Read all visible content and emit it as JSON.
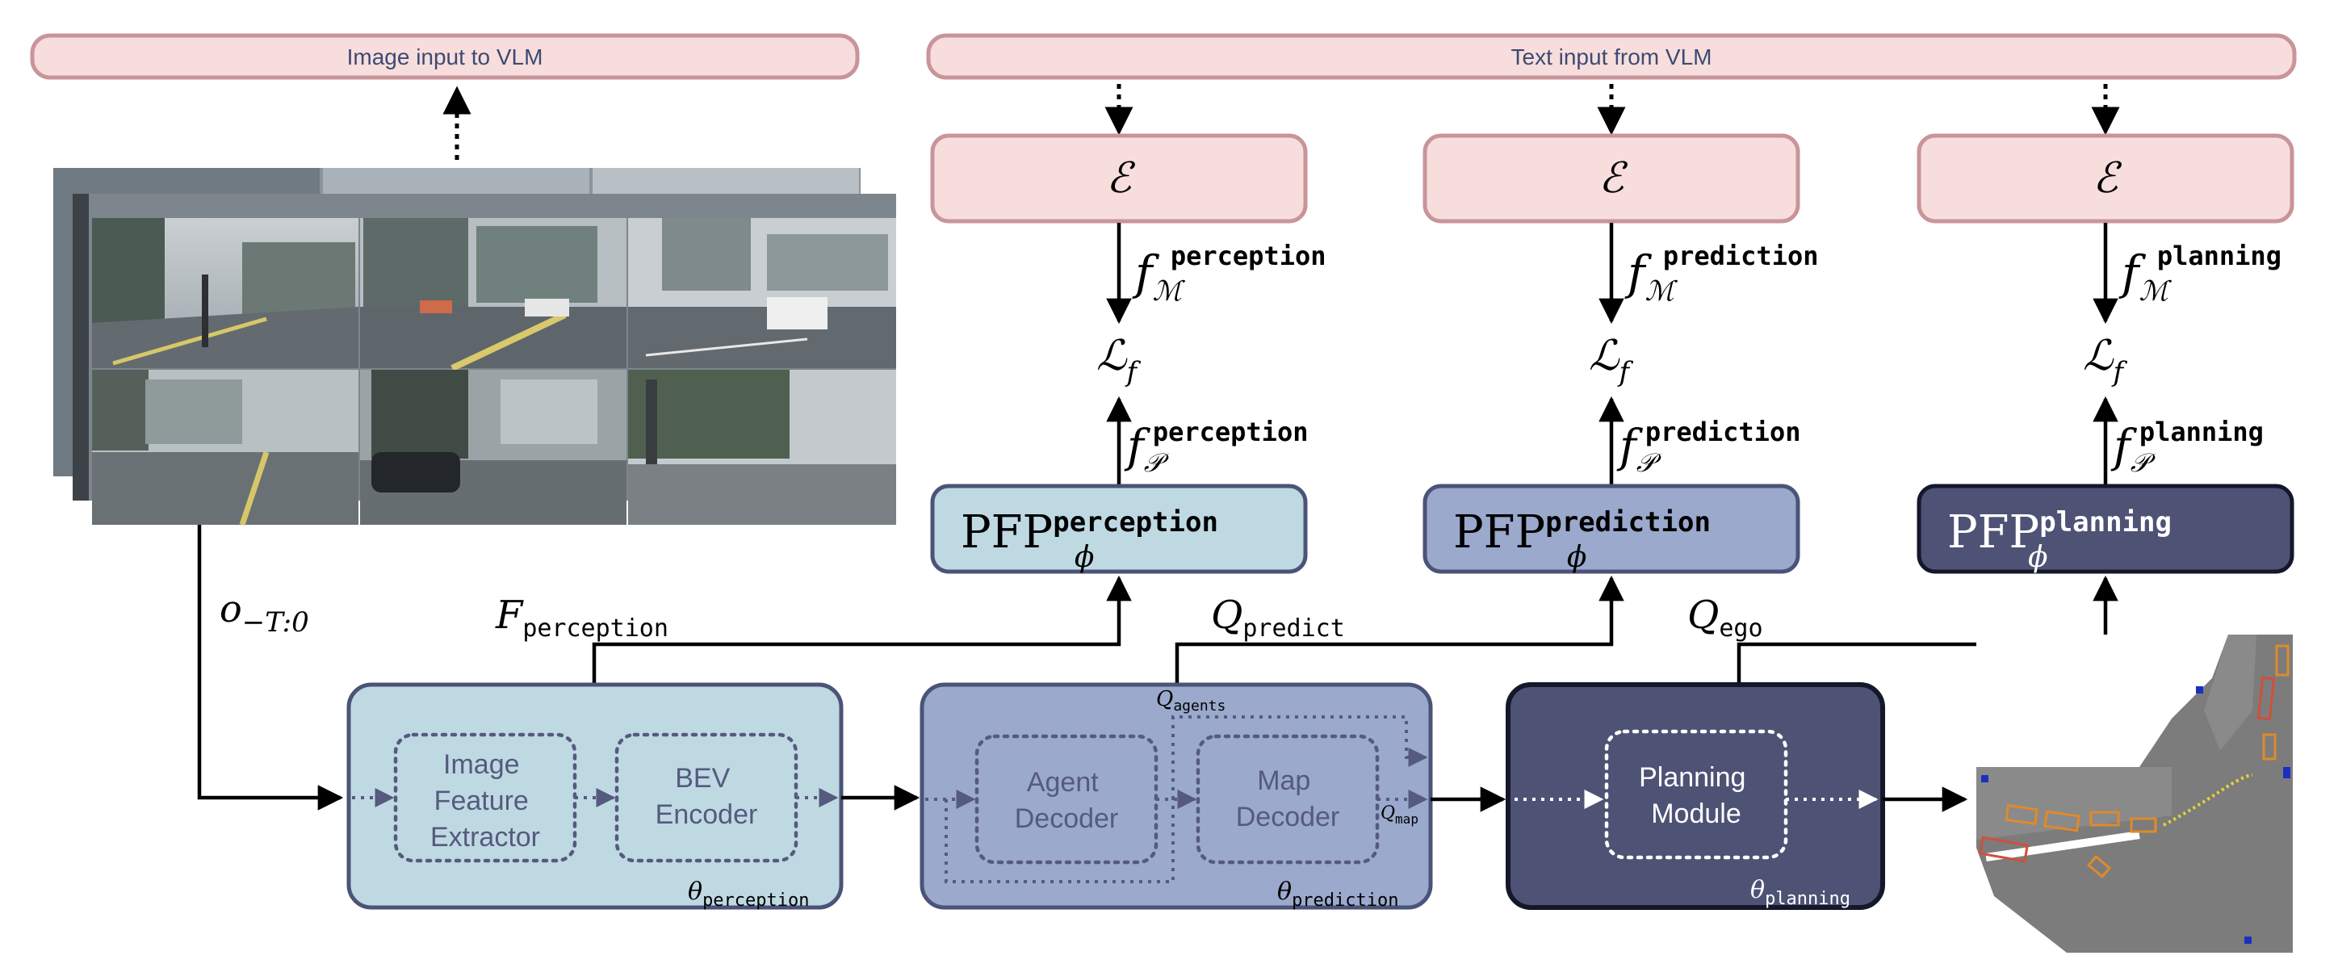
{
  "banners": {
    "image_input": "Image input to VLM",
    "text_input": "Text input from VLM"
  },
  "columns": [
    {
      "id": "perception",
      "encoder": "ℰ",
      "fm_base": "f",
      "fm_sub": "ℳ",
      "fm_sup": "perception",
      "loss_base": "ℒ",
      "loss_sub": "f",
      "fp_base": "f",
      "fp_sub": "𝒫",
      "fp_sup": "perception",
      "pfp_base": "PFP",
      "pfp_sub": "ϕ",
      "pfp_sup": "perception",
      "query_base": "F",
      "query_sub": "perception"
    },
    {
      "id": "prediction",
      "encoder": "ℰ",
      "fm_base": "f",
      "fm_sub": "ℳ",
      "fm_sup": "prediction",
      "loss_base": "ℒ",
      "loss_sub": "f",
      "fp_base": "f",
      "fp_sub": "𝒫",
      "fp_sup": "prediction",
      "pfp_base": "PFP",
      "pfp_sub": "ϕ",
      "pfp_sup": "prediction",
      "query_base": "Q",
      "query_sub": "predict"
    },
    {
      "id": "planning",
      "encoder": "ℰ",
      "fm_base": "f",
      "fm_sub": "ℳ",
      "fm_sup": "planning",
      "loss_base": "ℒ",
      "loss_sub": "f",
      "fp_base": "f",
      "fp_sub": "𝒫",
      "fp_sup": "planning",
      "pfp_base": "PFP",
      "pfp_sub": "ϕ",
      "pfp_sup": "planning",
      "query_base": "Q",
      "query_sub": "ego"
    }
  ],
  "observation": {
    "base": "o",
    "sub": "−T:0"
  },
  "modules": {
    "perception": {
      "inner1": [
        "Image",
        "Feature",
        "Extractor"
      ],
      "inner2": [
        "BEV",
        "Encoder"
      ],
      "theta_base": "θ",
      "theta_sub": "perception"
    },
    "prediction": {
      "inner1": [
        "Agent",
        "Decoder"
      ],
      "inner2": [
        "Map",
        "Decoder"
      ],
      "q_agents_base": "Q",
      "q_agents_sub": "agents",
      "q_map_base": "Q",
      "q_map_sub": "map",
      "theta_base": "θ",
      "theta_sub": "prediction"
    },
    "planning": {
      "inner1": [
        "Planning",
        "Module"
      ],
      "theta_base": "θ",
      "theta_sub": "planning"
    }
  },
  "colors": {
    "banner_fill": "#f7dedc",
    "banner_stroke": "#c9949a",
    "banner_text": "#3d4a74",
    "encoder_fill": "#f7dedc",
    "encoder_stroke": "#c9949a",
    "perception_fill": "#bfd9e3",
    "perception_stroke": "#4c5378",
    "prediction_fill": "#9aa9cc",
    "prediction_stroke": "#4c5378",
    "planning_fill": "#4e5275",
    "planning_stroke": "#15172a",
    "inner_text_light": "#555a7e",
    "inner_text_dark": "#ffffff",
    "map_background": "#7a7a7a",
    "map_road": "#8c8c8c"
  }
}
